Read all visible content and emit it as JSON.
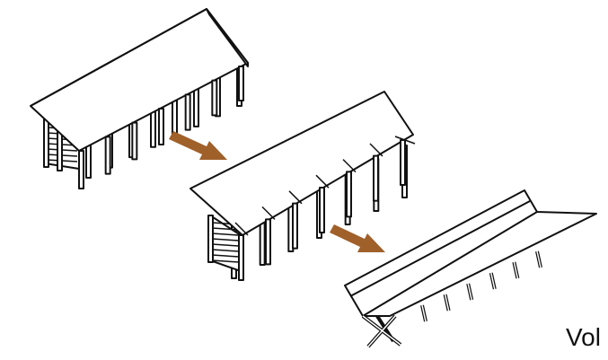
{
  "caption": "Vol",
  "colors": {
    "line": "#111111",
    "fill": "#ffffff",
    "arrow": "#a0602a"
  },
  "stages": [
    {
      "name": "shed-intact",
      "posts": 8
    },
    {
      "name": "shed-tilting",
      "posts": 7
    },
    {
      "name": "shed-collapsed",
      "posts": 7
    }
  ],
  "arrows": [
    {
      "from": "shed-intact",
      "to": "shed-tilting",
      "icon": "arrow-right-down-icon"
    },
    {
      "from": "shed-tilting",
      "to": "shed-collapsed",
      "icon": "arrow-right-down-icon"
    }
  ]
}
